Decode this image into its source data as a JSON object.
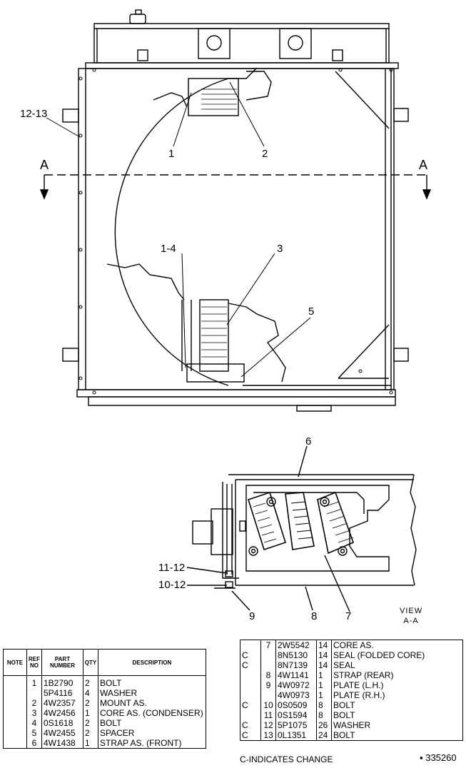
{
  "callouts": {
    "c12_13": "12-13",
    "c1": "1",
    "c2": "2",
    "c1_4": "1-4",
    "c3": "3",
    "c5": "5",
    "c6": "6",
    "c11_12": "11-12",
    "c10_12": "10-12",
    "c9": "9",
    "c8": "8",
    "c7": "7",
    "section_left": "A",
    "section_right": "A"
  },
  "view_label": {
    "line1": "VIEW",
    "line2": "A-A"
  },
  "table_left": {
    "headers": {
      "note": "NOTE",
      "ref": "REF NO",
      "part": "PART NUMBER",
      "qty": "QTY",
      "desc": "DESCRIPTION"
    },
    "rows": [
      {
        "note": "",
        "ref": "1",
        "part": "1B2790",
        "qty": "2",
        "desc": "BOLT"
      },
      {
        "note": "",
        "ref": "",
        "part": "5P4116",
        "qty": "4",
        "desc": "WASHER"
      },
      {
        "note": "",
        "ref": "2",
        "part": "4W2357",
        "qty": "2",
        "desc": "MOUNT AS."
      },
      {
        "note": "",
        "ref": "3",
        "part": "4W2456",
        "qty": "1",
        "desc": "CORE AS. (CONDENSER)"
      },
      {
        "note": "",
        "ref": "4",
        "part": "0S1618",
        "qty": "2",
        "desc": "BOLT"
      },
      {
        "note": "",
        "ref": "5",
        "part": "4W2455",
        "qty": "2",
        "desc": "SPACER"
      },
      {
        "note": "",
        "ref": "6",
        "part": "4W1438",
        "qty": "1",
        "desc": "STRAP AS. (FRONT)"
      }
    ]
  },
  "table_right": {
    "rows": [
      {
        "note": "",
        "ref": "7",
        "part": "2W5542",
        "qty": "14",
        "desc": "CORE AS."
      },
      {
        "note": "C",
        "ref": "",
        "part": "8N5130",
        "qty": "14",
        "desc": "SEAL (FOLDED CORE)"
      },
      {
        "note": "C",
        "ref": "",
        "part": "8N7139",
        "qty": "14",
        "desc": "SEAL"
      },
      {
        "note": "",
        "ref": "8",
        "part": "4W1141",
        "qty": "1",
        "desc": "STRAP (REAR)"
      },
      {
        "note": "",
        "ref": "9",
        "part": "4W0972",
        "qty": "1",
        "desc": "PLATE (L.H.)"
      },
      {
        "note": "",
        "ref": "",
        "part": "4W0973",
        "qty": "1",
        "desc": "PLATE (R.H.)"
      },
      {
        "note": "C",
        "ref": "10",
        "part": "0S0509",
        "qty": "8",
        "desc": "BOLT"
      },
      {
        "note": "",
        "ref": "11",
        "part": "0S1594",
        "qty": "8",
        "desc": "BOLT"
      },
      {
        "note": "C",
        "ref": "12",
        "part": "5P1075",
        "qty": "26",
        "desc": "WASHER"
      },
      {
        "note": "C",
        "ref": "13",
        "part": "0L1351",
        "qty": "24",
        "desc": "BOLT"
      }
    ]
  },
  "change_note": "C-INDICATES CHANGE",
  "drawing_number": "▪ 335260"
}
